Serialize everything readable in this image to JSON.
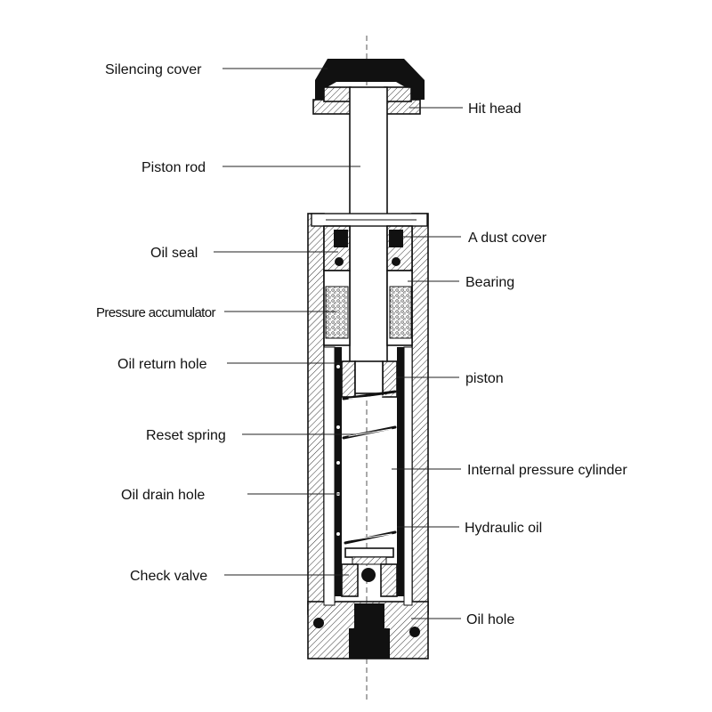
{
  "diagram": {
    "labels_left": {
      "silencing_cover": "Silencing cover",
      "piston_rod": "Piston rod",
      "oil_seal": "Oil seal",
      "pressure_accumulator": "Pressure accumulator",
      "oil_return_hole": "Oil return hole",
      "reset_spring": "Reset spring",
      "oil_drain_hole": "Oil drain hole",
      "check_valve": "Check valve"
    },
    "labels_right": {
      "hit_head": "Hit head",
      "dust_cover": "A dust cover",
      "bearing": "Bearing",
      "piston": "piston",
      "internal_pressure_cylinder": "Internal pressure cylinder",
      "hydraulic_oil": "Hydraulic oil",
      "oil_hole": "Oil hole"
    },
    "colors": {
      "ink": "#111111",
      "background": "#ffffff"
    }
  }
}
